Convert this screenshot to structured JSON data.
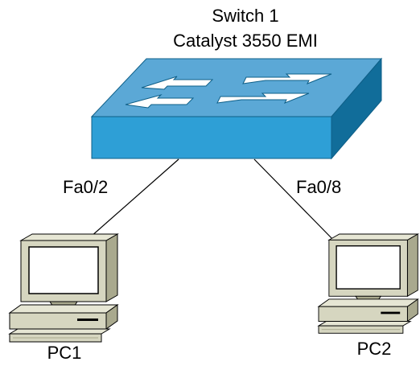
{
  "switch": {
    "name": "Switch 1",
    "model": "Catalyst 3550 EMI",
    "icon": "switch-icon",
    "colors": {
      "top": "#5BA8D6",
      "front": "#2E9FD6",
      "side": "#116D9A",
      "arrow": "#FFFFFF"
    }
  },
  "links": [
    {
      "from": "Switch 1",
      "to": "PC1",
      "port": "Fa0/2"
    },
    {
      "from": "Switch 1",
      "to": "PC2",
      "port": "Fa0/8"
    }
  ],
  "hosts": [
    {
      "name": "PC1",
      "icon": "desktop-pc-icon"
    },
    {
      "name": "PC2",
      "icon": "desktop-pc-icon"
    }
  ],
  "colors": {
    "pc_body": "#D6D6C0",
    "pc_shadow": "#A9A98E",
    "screen": "#FFFFFF",
    "link": "#000000"
  }
}
